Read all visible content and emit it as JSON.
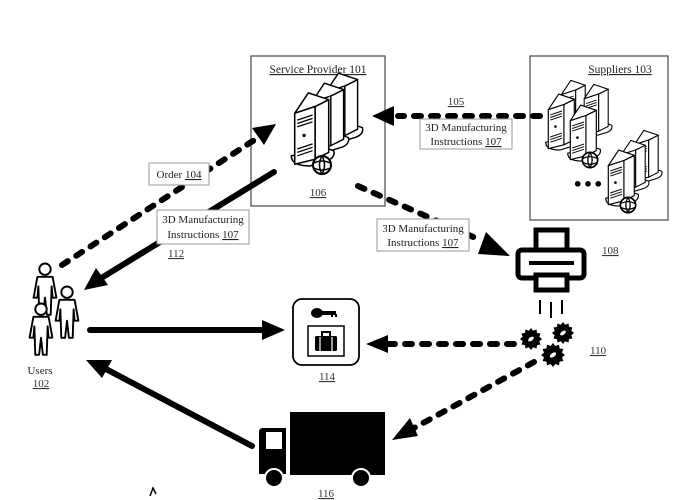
{
  "diagram": {
    "title": "3D manufacturing service flow",
    "nodes": {
      "service_provider": {
        "title": "Service Provider",
        "ref": "101",
        "server_ref": "106",
        "icon": "server-stack-icon"
      },
      "suppliers": {
        "title": "Suppliers",
        "ref": "103",
        "icon": "server-stack-icon"
      },
      "users": {
        "label": "Users",
        "ref": "102",
        "icon": "people-icon"
      },
      "printer": {
        "ref": "108",
        "icon": "printer-icon"
      },
      "gears": {
        "ref": "110",
        "icon": "gears-icon"
      },
      "kiosk": {
        "ref": "114",
        "icon": "key-and-luggage-icon"
      },
      "truck": {
        "ref": "116",
        "icon": "delivery-truck-icon"
      }
    },
    "edges": [
      {
        "id": "order",
        "from": "users",
        "to": "service_provider",
        "style": "dashed",
        "label": "Order",
        "ref": "104"
      },
      {
        "id": "instructions_to_users",
        "from": "service_provider",
        "to": "users",
        "style": "solid",
        "label_line1": "3D Manufacturing",
        "label_line2": "Instructions",
        "ref": "107",
        "edge_ref": "112"
      },
      {
        "id": "suppliers_to_provider",
        "from": "suppliers",
        "to": "service_provider",
        "style": "dashed",
        "label_line1": "3D Manufacturing",
        "label_line2": "Instructions",
        "ref": "107",
        "edge_ref": "105"
      },
      {
        "id": "provider_to_printer",
        "from": "service_provider",
        "to": "printer",
        "style": "dashed",
        "label_line1": "3D Manufacturing",
        "label_line2": "Instructions",
        "ref": "107"
      },
      {
        "id": "users_to_kiosk",
        "from": "users",
        "to": "kiosk",
        "style": "solid"
      },
      {
        "id": "gears_to_kiosk",
        "from": "gears",
        "to": "kiosk",
        "style": "dashed"
      },
      {
        "id": "gears_to_truck",
        "from": "gears",
        "to": "truck",
        "style": "dashed"
      },
      {
        "id": "truck_to_users",
        "from": "truck",
        "to": "users",
        "style": "solid"
      }
    ],
    "more_indicator": "•••"
  }
}
